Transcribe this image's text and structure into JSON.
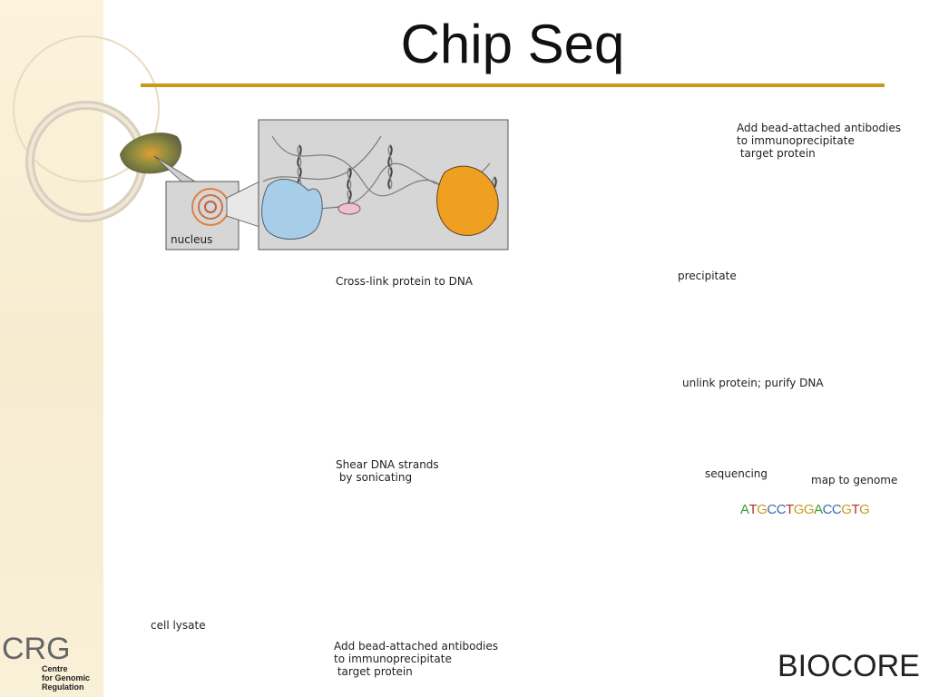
{
  "slide": {
    "title": "Chip Seq"
  },
  "steps": {
    "nucleus_label": "nucleus",
    "crosslink_label": "Cross-link protein to DNA",
    "shear_label": "Shear DNA strands\n by sonicating",
    "cell_lysate_label": "cell lysate",
    "add_antibodies_label_left": "Add bead-attached antibodies\nto immunoprecipitate\n target protein",
    "add_antibodies_label_right": "Add bead-attached antibodies\nto immunoprecipitate\n target protein",
    "precipitate_label": "precipitate",
    "unlink_label": "unlink protein; purify DNA",
    "sequencing_label": "sequencing",
    "map_label": "map to genome",
    "sequence": [
      {
        "ch": "A",
        "color": "#3a9a3a"
      },
      {
        "ch": "T",
        "color": "#b03030"
      },
      {
        "ch": "G",
        "color": "#c89a20"
      },
      {
        "ch": "C",
        "color": "#3a6ab0"
      },
      {
        "ch": "C",
        "color": "#3a6ab0"
      },
      {
        "ch": "T",
        "color": "#b03030"
      },
      {
        "ch": "G",
        "color": "#c89a20"
      },
      {
        "ch": "G",
        "color": "#c89a20"
      },
      {
        "ch": "A",
        "color": "#3a9a3a"
      },
      {
        "ch": "C",
        "color": "#3a6ab0"
      },
      {
        "ch": "C",
        "color": "#3a6ab0"
      },
      {
        "ch": "G",
        "color": "#c89a20"
      },
      {
        "ch": "T",
        "color": "#b03030"
      },
      {
        "ch": "G",
        "color": "#c89a20"
      }
    ]
  },
  "logos": {
    "crg_letters": "CRG",
    "crg_line1": "Centre",
    "crg_line2": "for Genomic",
    "crg_line3": "Regulation",
    "biocore": "BIOCORE"
  },
  "colors": {
    "accent_rule": "#c79a19",
    "panel_fill": "#d6d6d6",
    "arrow": "#b04050",
    "blue_protein": "#a8cde8",
    "orange_protein": "#f0a020"
  }
}
